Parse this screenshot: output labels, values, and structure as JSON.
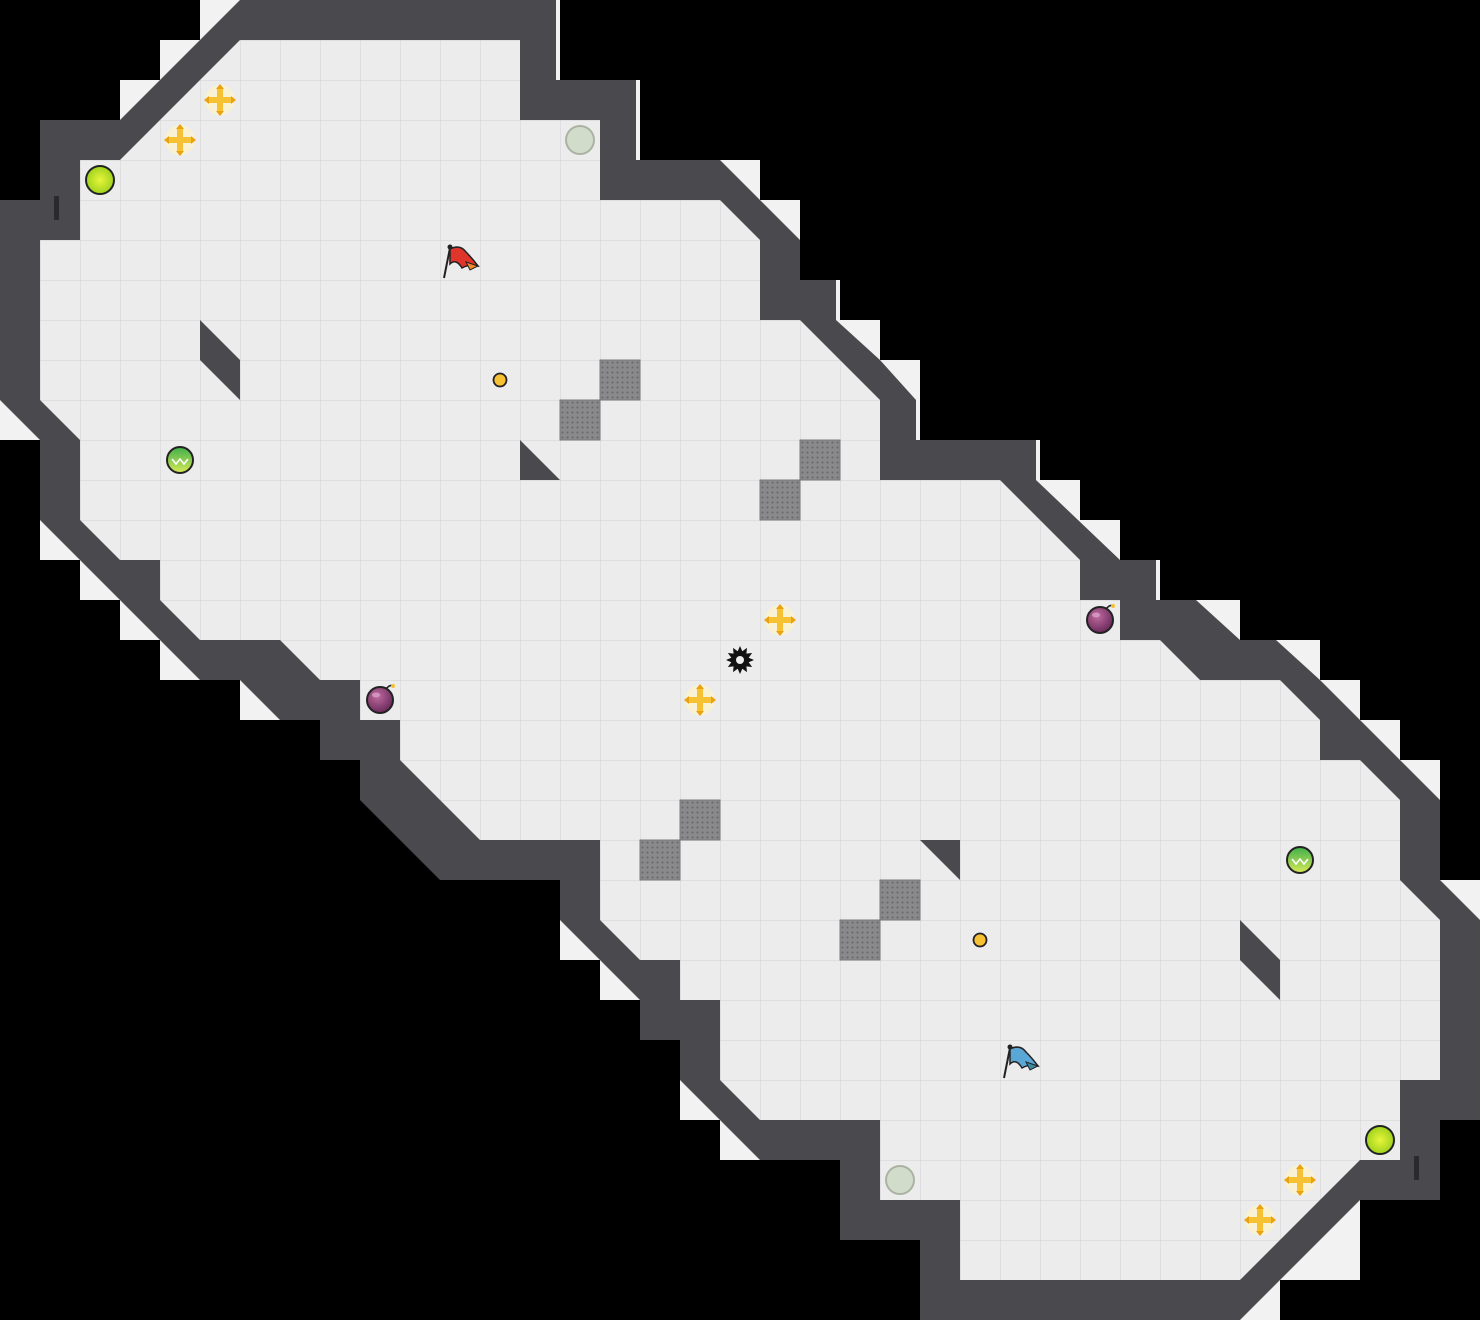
{
  "map": {
    "name": "",
    "palette": {
      "background": "#000000",
      "wall": "#4a4a4e",
      "wall_edge": "#2a2a2e",
      "floor": "#ececed",
      "floor_grid": "#dcdcdf",
      "void_pad": "#f2f2f3",
      "spike_tile": "#8a8a8c",
      "red_team": "#e0352b",
      "blue_team": "#5aa7d6",
      "boost": "#f6c233",
      "bomb": "#8e3a74",
      "speed_pad": "#8fd14f",
      "gate": "#b8e02c"
    },
    "objects": [
      {
        "name": "red-flag",
        "kind": "flag",
        "team": "red",
        "icon": "flag-icon"
      },
      {
        "name": "blue-flag",
        "kind": "flag",
        "team": "blue",
        "icon": "flag-icon"
      },
      {
        "name": "center-spike",
        "kind": "spike",
        "icon": "spike-icon"
      },
      {
        "name": "boost-1",
        "kind": "boost",
        "icon": "boost-icon"
      },
      {
        "name": "boost-2",
        "kind": "boost",
        "icon": "boost-icon"
      },
      {
        "name": "boost-3",
        "kind": "boost",
        "icon": "boost-icon"
      },
      {
        "name": "boost-4",
        "kind": "boost",
        "icon": "boost-icon"
      },
      {
        "name": "boost-5",
        "kind": "boost",
        "icon": "boost-icon"
      },
      {
        "name": "boost-6",
        "kind": "boost",
        "icon": "boost-icon"
      },
      {
        "name": "bomb-1",
        "kind": "bomb",
        "icon": "bomb-icon"
      },
      {
        "name": "bomb-2",
        "kind": "bomb",
        "icon": "bomb-icon"
      },
      {
        "name": "powerup-1",
        "kind": "powerup",
        "icon": "speed-pad-icon"
      },
      {
        "name": "powerup-2",
        "kind": "powerup",
        "icon": "speed-pad-icon"
      },
      {
        "name": "gate-button-1",
        "kind": "button",
        "icon": "button-icon"
      },
      {
        "name": "gate-button-2",
        "kind": "button",
        "icon": "button-icon"
      },
      {
        "name": "portal-1",
        "kind": "portal",
        "icon": "portal-icon"
      },
      {
        "name": "portal-2",
        "kind": "portal",
        "icon": "portal-icon"
      },
      {
        "name": "token-1",
        "kind": "token",
        "icon": "token-icon"
      },
      {
        "name": "token-2",
        "kind": "token",
        "icon": "token-icon"
      }
    ]
  }
}
